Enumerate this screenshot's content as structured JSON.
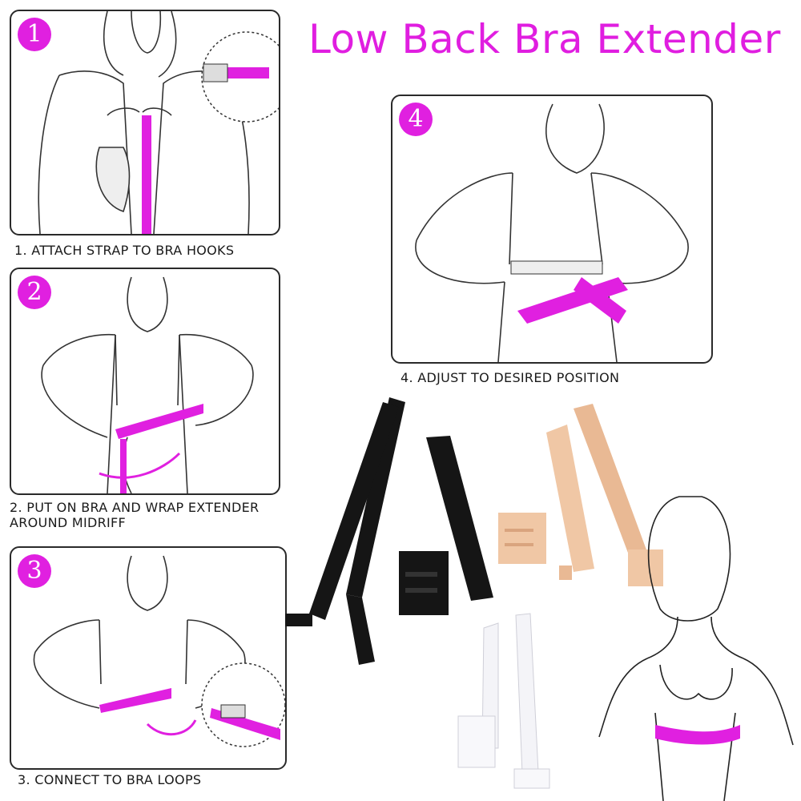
{
  "title": "Low Back Bra Extender",
  "steps": [
    {
      "number": "1",
      "caption": "1. ATTACH STRAP TO BRA HOOKS"
    },
    {
      "number": "2",
      "caption_line1": "2. PUT ON BRA AND WRAP EXTENDER",
      "caption_line2": "AROUND MIDRIFF"
    },
    {
      "number": "3",
      "caption": "3. CONNECT TO BRA LOOPS"
    },
    {
      "number": "4",
      "caption": "4. ADJUST TO DESIRED POSITION"
    }
  ],
  "colors": {
    "accent": "#e020e0",
    "strap_black": "#151515",
    "strap_beige": "#f0c7a5",
    "strap_white": "#f4f4f8"
  },
  "products": [
    "black-extender",
    "beige-extender",
    "white-extender"
  ]
}
